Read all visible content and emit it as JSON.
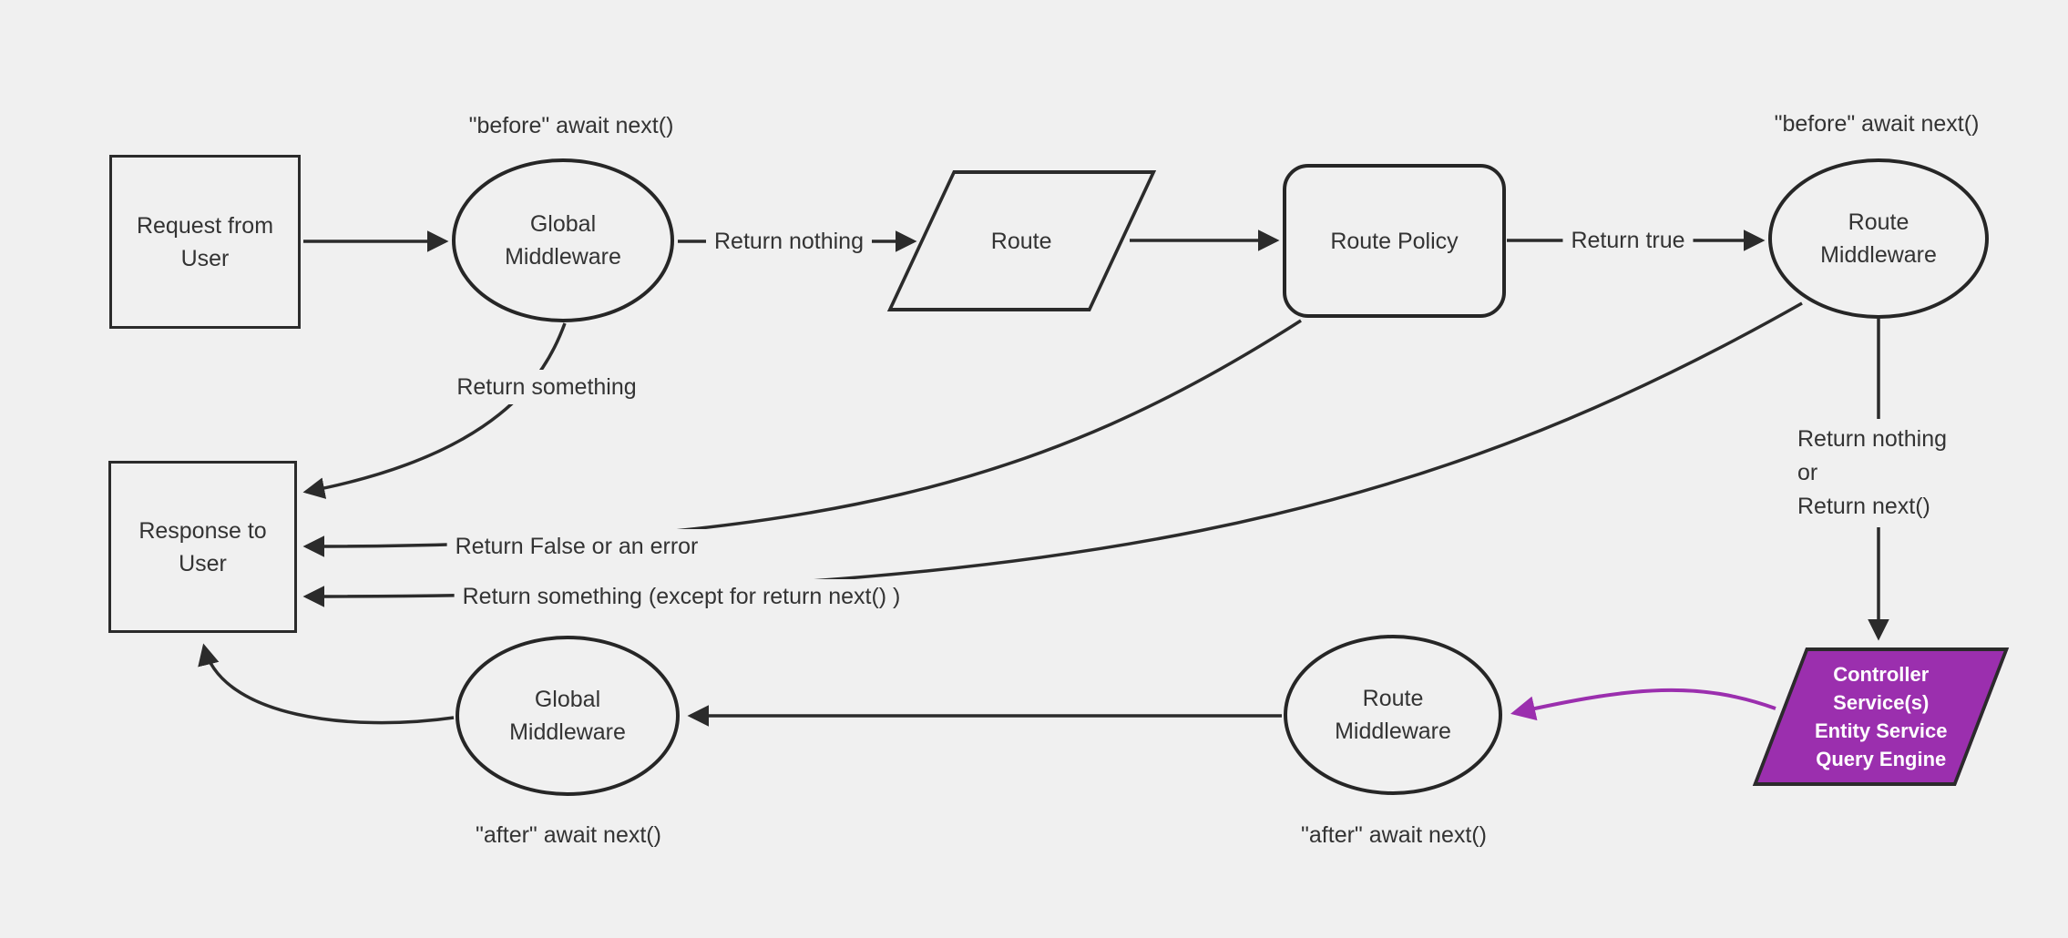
{
  "colors": {
    "background": "#f0f0f0",
    "stroke": "#2b2b2b",
    "text": "#333333",
    "accent_purple": "#9b2fae",
    "controller_text": "#ffffff"
  },
  "nodes": {
    "request": {
      "line1": "Request from",
      "line2": "User"
    },
    "global_middleware_top": {
      "line1": "Global",
      "line2": "Middleware"
    },
    "route": {
      "label": "Route"
    },
    "route_policy": {
      "label": "Route Policy"
    },
    "route_middleware_top": {
      "line1": "Route",
      "line2": "Middleware"
    },
    "response": {
      "line1": "Response to",
      "line2": "User"
    },
    "global_middleware_bottom": {
      "line1": "Global",
      "line2": "Middleware"
    },
    "route_middleware_bottom": {
      "line1": "Route",
      "line2": "Middleware"
    },
    "controller": {
      "line1": "Controller",
      "line2": "Service(s)",
      "line3": "Entity Service",
      "line4": "Query Engine"
    }
  },
  "labels": {
    "before_await_left": "\"before\" await next()",
    "before_await_right": "\"before\" await next()",
    "after_await_left": "\"after\" await next()",
    "after_await_right": "\"after\" await next()",
    "return_nothing": "Return nothing",
    "return_true": "Return true",
    "return_something": "Return something",
    "return_false_or_error": "Return False or an error",
    "return_something_except": "Return something (except for return next() )",
    "return_nothing_or": {
      "line1": "Return nothing",
      "line2": "or",
      "line3": "Return next()"
    }
  }
}
